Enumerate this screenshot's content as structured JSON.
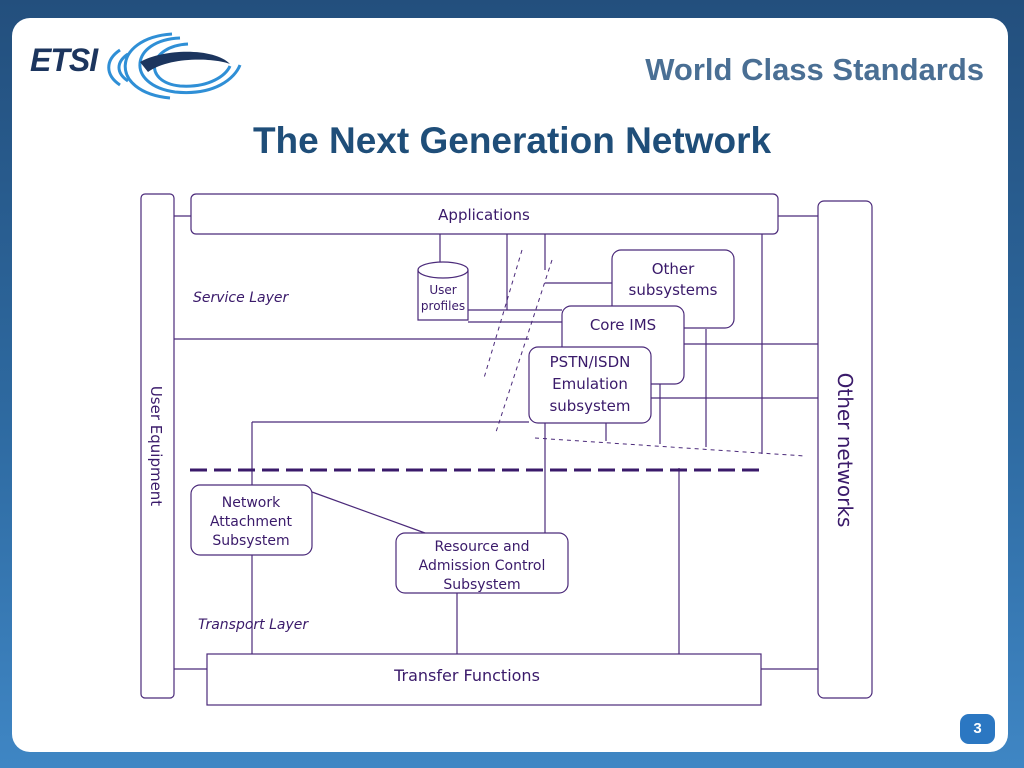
{
  "logo": {
    "text": "ETSI"
  },
  "tagline": "World Class Standards",
  "title": "The Next Generation Network",
  "diagram": {
    "applications": "Applications",
    "user_profiles": [
      "User",
      "profiles"
    ],
    "other_subsystems": [
      "Other",
      "subsystems"
    ],
    "core_ims": "Core IMS",
    "pstn": [
      "PSTN/ISDN",
      "Emulation",
      "subsystem"
    ],
    "service_layer": "Service Layer",
    "user_equipment": "User Equipment",
    "other_networks": "Other networks",
    "nass": [
      "Network",
      "Attachment",
      "Subsystem"
    ],
    "racs": [
      "Resource and",
      "Admission Control",
      "Subsystem"
    ],
    "transport_layer": "Transport Layer",
    "transfer_functions": "Transfer Functions"
  },
  "page_number": "3",
  "colors": {
    "accent": "#1f4e79",
    "box_border": "#4b2a7a",
    "text": "#3a1a6a"
  }
}
